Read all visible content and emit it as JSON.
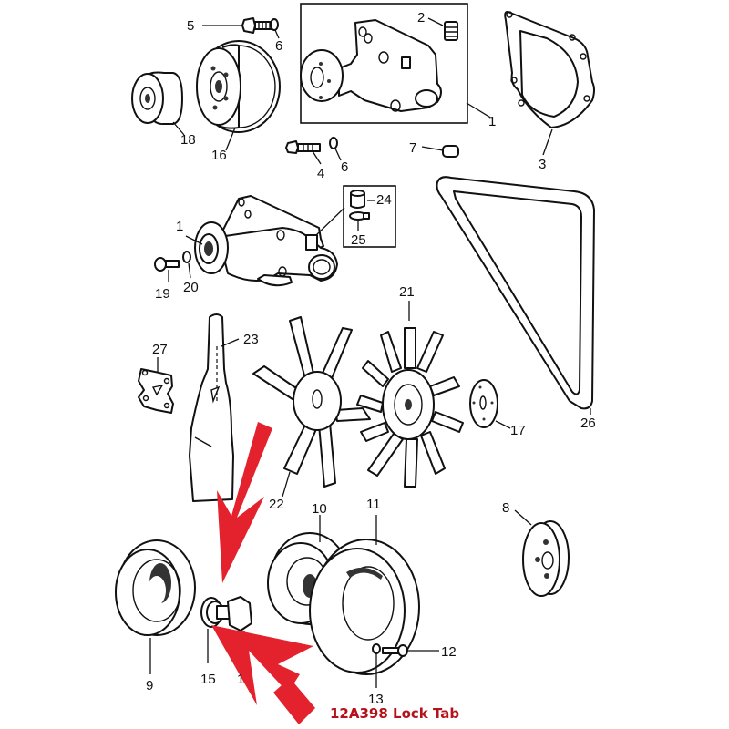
{
  "diagram": {
    "title": "Water pump, fan and pulley assembly — exploded parts view",
    "caption": "12A398 Lock Tab",
    "colors": {
      "arrow": "#e3222e",
      "caption": "#b5121b",
      "line": "#111111",
      "background": "#ffffff"
    },
    "callouts": {
      "c1a": "1",
      "c1b": "1",
      "c2": "2",
      "c3": "3",
      "c4": "4",
      "c5": "5",
      "c6a": "6",
      "c6b": "6",
      "c7": "7",
      "c8": "8",
      "c9": "9",
      "c10": "10",
      "c11": "11",
      "c12": "12",
      "c13": "13",
      "c14": "1",
      "c15": "15",
      "c16": "16",
      "c17": "17",
      "c18": "18",
      "c19": "19",
      "c20": "20",
      "c21": "21",
      "c22": "22",
      "c23": "23",
      "c24": "24",
      "c25": "25",
      "c26": "26",
      "c27": "27"
    },
    "parts": [
      {
        "ref": "1",
        "name": "water pump"
      },
      {
        "ref": "2",
        "name": "plug"
      },
      {
        "ref": "3",
        "name": "gasket"
      },
      {
        "ref": "4",
        "name": "bolt"
      },
      {
        "ref": "5",
        "name": "bolt"
      },
      {
        "ref": "6",
        "name": "spring washer"
      },
      {
        "ref": "7",
        "name": "plug"
      },
      {
        "ref": "8",
        "name": "pulley"
      },
      {
        "ref": "9",
        "name": "crankshaft pulley"
      },
      {
        "ref": "10",
        "name": "pulley"
      },
      {
        "ref": "11",
        "name": "pulley"
      },
      {
        "ref": "12",
        "name": "screw"
      },
      {
        "ref": "13",
        "name": "washer"
      },
      {
        "ref": "15",
        "name": "lock tab"
      },
      {
        "ref": "16",
        "name": "fan pulley"
      },
      {
        "ref": "17",
        "name": "spacer plate"
      },
      {
        "ref": "18",
        "name": "spacer"
      },
      {
        "ref": "19",
        "name": "bolt"
      },
      {
        "ref": "20",
        "name": "washer"
      },
      {
        "ref": "21",
        "name": "fan 11-blade"
      },
      {
        "ref": "22",
        "name": "fan 6-blade"
      },
      {
        "ref": "23",
        "name": "fan cowl"
      },
      {
        "ref": "24",
        "name": "hose"
      },
      {
        "ref": "25",
        "name": "hose clip"
      },
      {
        "ref": "26",
        "name": "fan belt"
      },
      {
        "ref": "27",
        "name": "bracket"
      }
    ]
  }
}
